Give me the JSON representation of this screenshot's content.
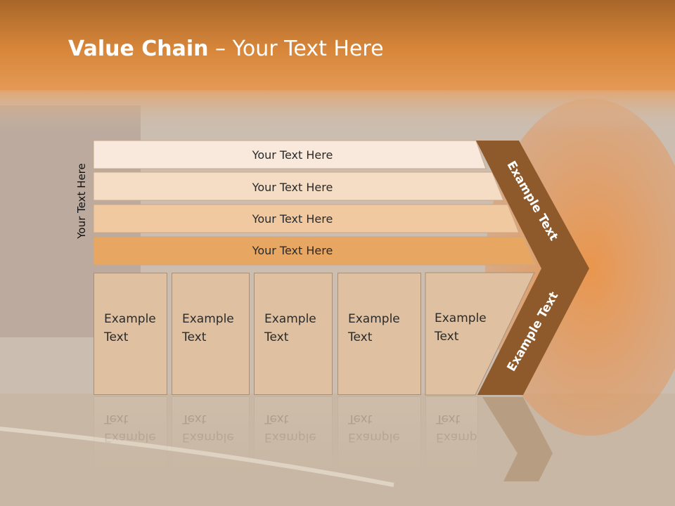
{
  "title": {
    "bold": "Value Chain",
    "rest": " – Your Text Here"
  },
  "vertical_label": "Your Text Here",
  "bands": [
    {
      "label": "Your Text Here",
      "color": "#f9e9dc"
    },
    {
      "label": "Your Text Here",
      "color": "#f5dcc4"
    },
    {
      "label": "Your Text Here",
      "color": "#f1c9a1"
    },
    {
      "label": "Your Text Here",
      "color": "#e8a663"
    }
  ],
  "columns": [
    {
      "text": "Example\nText"
    },
    {
      "text": "Example\nText"
    },
    {
      "text": "Example\nText"
    },
    {
      "text": "Example\nText"
    },
    {
      "text": "Example\nText"
    }
  ],
  "arrow": {
    "upper_label": "Example Text",
    "lower_label": "Example Text",
    "color": "#8e5a2b"
  },
  "colors": {
    "header": "#d7803a",
    "column_fill": "#dfc1a2"
  }
}
